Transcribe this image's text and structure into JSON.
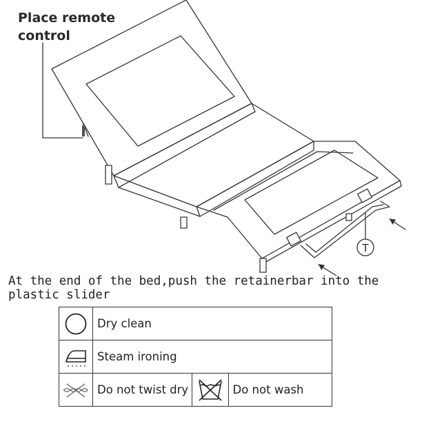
{
  "callout": {
    "line1": "Place remote",
    "line2": "control"
  },
  "diagram": {
    "marker_label": "T"
  },
  "instruction": "At the end of the bed,push the retainerbar into the plastic slider",
  "care_symbols": [
    {
      "icon": "dry-clean-icon",
      "label": "Dry clean"
    },
    {
      "icon": "steam-iron-icon",
      "label": "Steam ironing"
    },
    {
      "icon": "no-twist-dry-icon",
      "label": "Do not twist dry"
    },
    {
      "icon": "no-wash-icon",
      "label": "Do not wash"
    }
  ]
}
